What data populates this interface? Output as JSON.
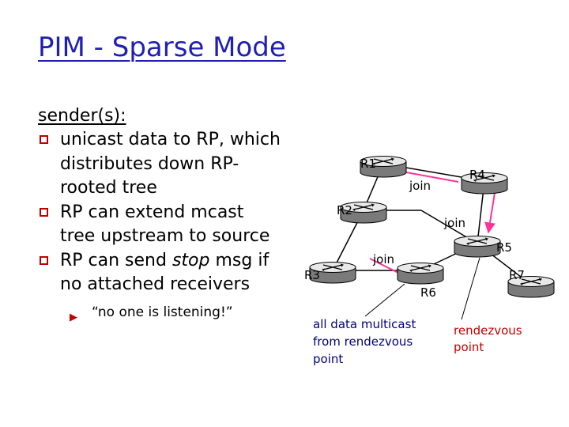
{
  "title": "PIM - Sparse Mode",
  "heading": "sender(s):",
  "bullets": [
    "unicast data to RP, which distributes down RP-rooted tree",
    "RP can extend mcast tree upstream to source",
    "RP can send stop msg if no attached receivers"
  ],
  "bullet3_parts": {
    "before": "RP can send ",
    "emphasis": "stop",
    "after": " msg if no attached receivers"
  },
  "sub_bullet": "“no one is listening!”",
  "diagram": {
    "routers": [
      "R1",
      "R2",
      "R3",
      "R4",
      "R5",
      "R6",
      "R7"
    ],
    "join_labels": [
      "join",
      "join",
      "join"
    ],
    "note_data": [
      "all data multicast",
      "from rendezvous",
      "point"
    ],
    "note_rp": [
      "rendezvous",
      "point"
    ]
  },
  "colors": {
    "title": "#1f1fb4",
    "bullet_mark": "#c00000",
    "join_arrow": "#ff3399",
    "link": "#000000",
    "note": "#000080",
    "rp_note": "#c00000"
  },
  "icons": {
    "router": "router-icon",
    "bullet": "square-bullet-icon",
    "sub_bullet": "triangle-bullet-icon"
  }
}
